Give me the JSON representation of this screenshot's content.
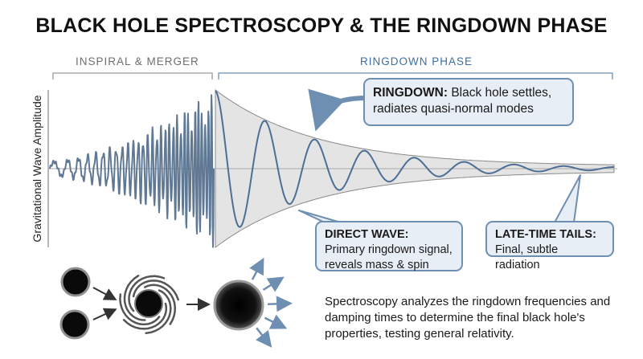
{
  "title": "BLACK HOLE SPECTROSCOPY & THE RINGDOWN PHASE",
  "sections": {
    "inspiral": "INSPIRAL & MERGER",
    "ringdown": "RINGDOWN PHASE"
  },
  "y_axis_label": "Gravitational Wave Amplitude",
  "callouts": {
    "ringdown": {
      "heading": "RINGDOWN:",
      "text": "Black hole settles, radiates quasi-normal modes"
    },
    "direct_wave": {
      "heading": "DIRECT WAVE:",
      "text": "Primary ringdown signal, reveals mass & spin"
    },
    "late_tails": {
      "heading": "LATE-TIME TAILS:",
      "text": "Final, subtle radiation"
    }
  },
  "summary": "Spectroscopy analyzes the ringdown frequencies and damping times to determine the final black hole's properties, testing general relativity.",
  "colors": {
    "wave": "#5f7893",
    "accent": "#3b6fa3",
    "envelope_fill": "#e4e4e4",
    "callout_fill": "#e8eef5",
    "callout_border": "#6f8fb2",
    "arrow": "#6f8fb2",
    "black_hole": "#0a0a0a"
  },
  "icons": [
    "two-black-holes-icon",
    "merging-black-holes-icon",
    "final-black-hole-icon"
  ]
}
